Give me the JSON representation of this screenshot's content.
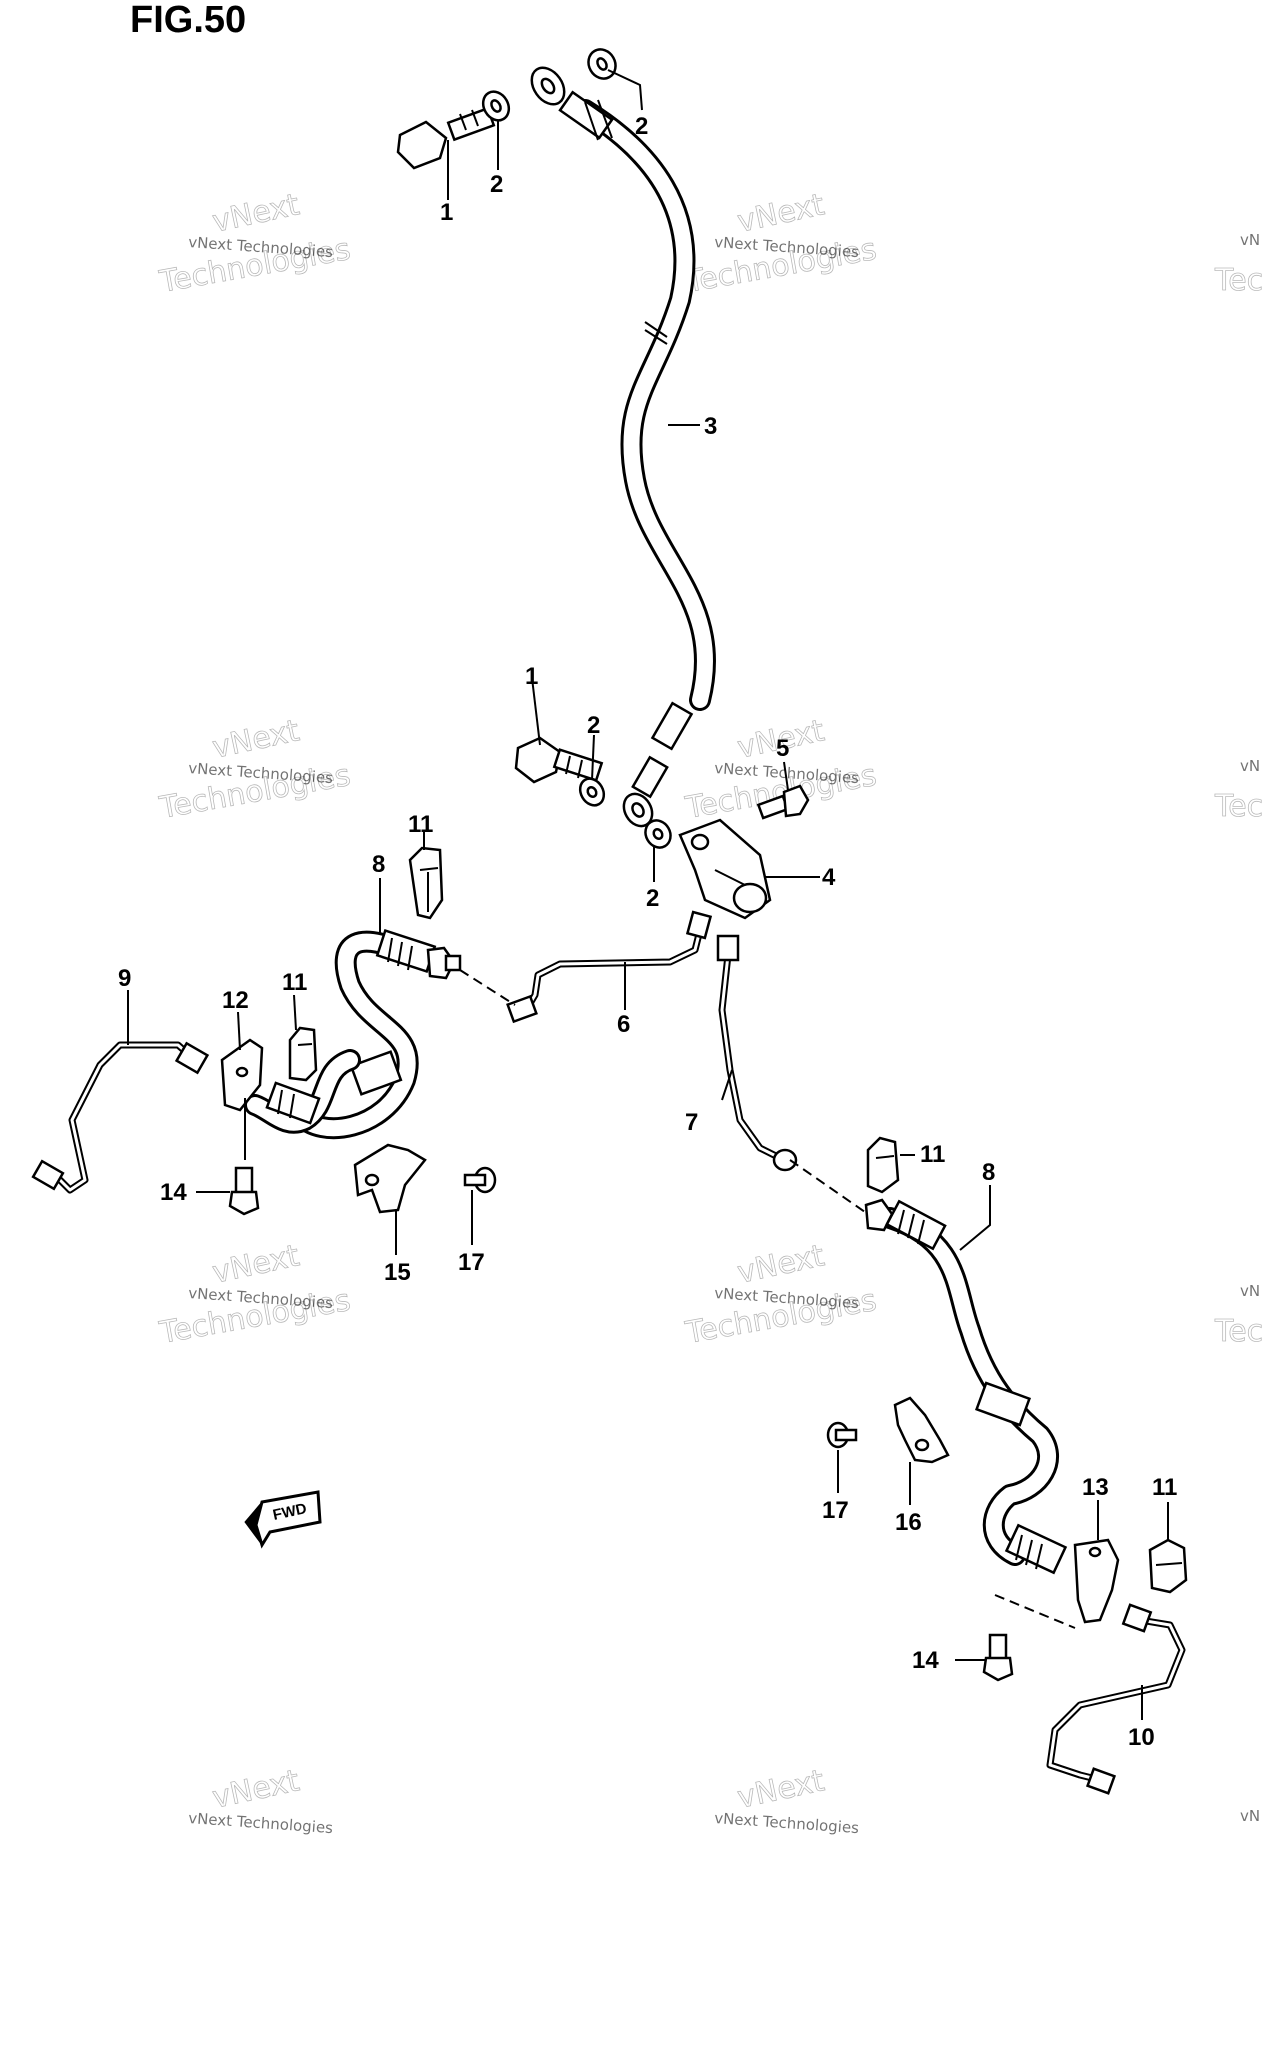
{
  "figure": {
    "title": "FIG.50"
  },
  "watermark": {
    "line_small": "vNext Technologies",
    "line_big": "Technologies",
    "line_top": "vNext",
    "edge_fragment_small": "vN",
    "edge_fragment_big": "Tec"
  },
  "callouts": {
    "c1a": "1",
    "c2a": "2",
    "c2b": "2",
    "c3": "3",
    "c1b": "1",
    "c2c": "2",
    "c2d": "2",
    "c5": "5",
    "c4": "4",
    "c11a": "11",
    "c8a": "8",
    "c9": "9",
    "c12": "12",
    "c11b": "11",
    "c6": "6",
    "c7": "7",
    "c14a": "14",
    "c15": "15",
    "c17a": "17",
    "c11c": "11",
    "c8b": "8",
    "c17b": "17",
    "c16": "16",
    "c13": "13",
    "c11d": "11",
    "c14b": "14",
    "c10": "10"
  },
  "arrow": {
    "label": "FWD"
  }
}
